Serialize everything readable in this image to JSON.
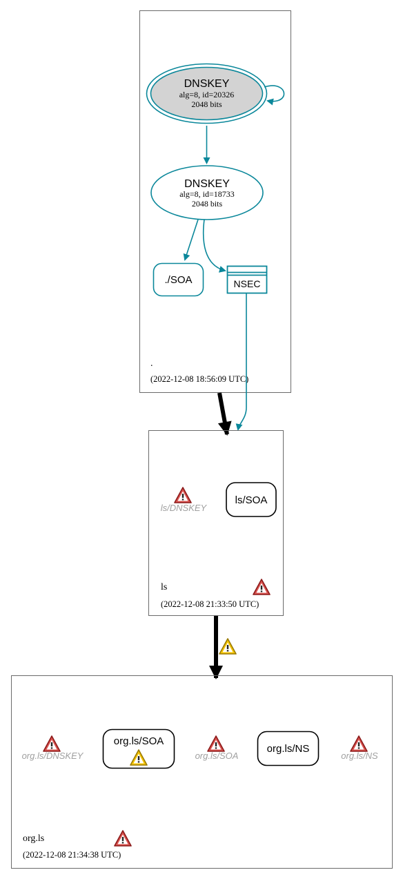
{
  "colors": {
    "secure": "#0a879a",
    "insecure": "#000000",
    "zone_border": "#6a6a6a",
    "trust_anchor_fill": "#d3d3d3",
    "muted_text": "#a0a0a0",
    "error_icon": "#c9302c",
    "warning_icon": "#f2c200"
  },
  "zones": [
    {
      "id": "root",
      "name": ".",
      "timestamp": "(2022-12-08 18:56:09 UTC)",
      "nodes": {
        "ksk": {
          "type": "DNSKEY",
          "detail1": "alg=8, id=20326",
          "detail2": "2048 bits",
          "trust_anchor": true
        },
        "zsk": {
          "type": "DNSKEY",
          "detail1": "alg=8, id=18733",
          "detail2": "2048 bits"
        },
        "soa": {
          "label": "./SOA"
        },
        "nsec": {
          "label": "NSEC"
        }
      }
    },
    {
      "id": "ls",
      "name": "ls",
      "timestamp": "(2022-12-08 21:33:50 UTC)",
      "zone_error_icon": "error-triangle-icon",
      "nodes": {
        "dnskey_missing": {
          "label": "ls/DNSKEY",
          "icon": "error-triangle-icon"
        },
        "soa": {
          "label": "ls/SOA"
        }
      }
    },
    {
      "id": "org-ls",
      "name": "org.ls",
      "timestamp": "(2022-12-08 21:34:38 UTC)",
      "zone_error_icon": "error-triangle-icon",
      "nodes": {
        "dnskey_missing": {
          "label": "org.ls/DNSKEY",
          "icon": "error-triangle-icon"
        },
        "soa": {
          "label": "org.ls/SOA",
          "icon": "warning-triangle-icon"
        },
        "soa_missing": {
          "label": "org.ls/SOA",
          "icon": "error-triangle-icon"
        },
        "ns": {
          "label": "org.ls/NS"
        },
        "ns_missing": {
          "label": "org.ls/NS",
          "icon": "error-triangle-icon"
        }
      }
    }
  ],
  "edges": [
    {
      "from": "root.ksk",
      "to": "root.ksk",
      "style": "secure"
    },
    {
      "from": "root.ksk",
      "to": "root.zsk",
      "style": "secure"
    },
    {
      "from": "root.zsk",
      "to": "root.soa",
      "style": "secure"
    },
    {
      "from": "root.zsk",
      "to": "root.nsec",
      "style": "secure"
    },
    {
      "from": "root.nsec",
      "to": "ls",
      "style": "secure"
    },
    {
      "from": "root",
      "to": "ls",
      "style": "insecure-delegation"
    },
    {
      "from": "ls",
      "to": "org-ls",
      "style": "insecure-delegation",
      "icon": "warning-triangle-icon"
    }
  ]
}
